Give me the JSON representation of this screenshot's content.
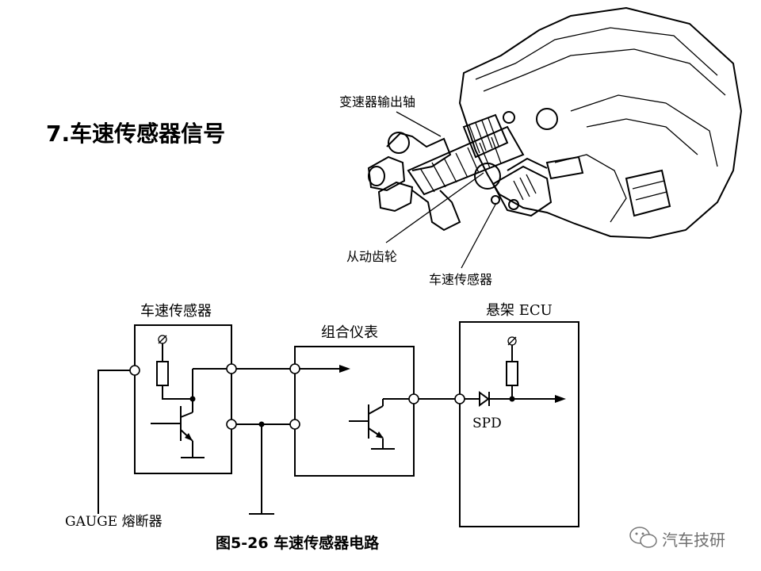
{
  "slide": {
    "title": "7.车速传感器信号",
    "caption": "图5-26  车速传感器电路",
    "watermark": "汽车技研"
  },
  "illustration": {
    "labels": {
      "output_shaft": "变速器输出轴",
      "driven_gear": "从动齿轮",
      "speed_sensor": "车速传感器"
    }
  },
  "circuit": {
    "sensor_box_label": "车速传感器",
    "cluster_box_label": "组合仪表",
    "ecu_box_label": "悬架 ECU",
    "spd_label": "SPD",
    "fuse_label": "GAUGE 熔断器",
    "supply_symbol": "ø"
  }
}
